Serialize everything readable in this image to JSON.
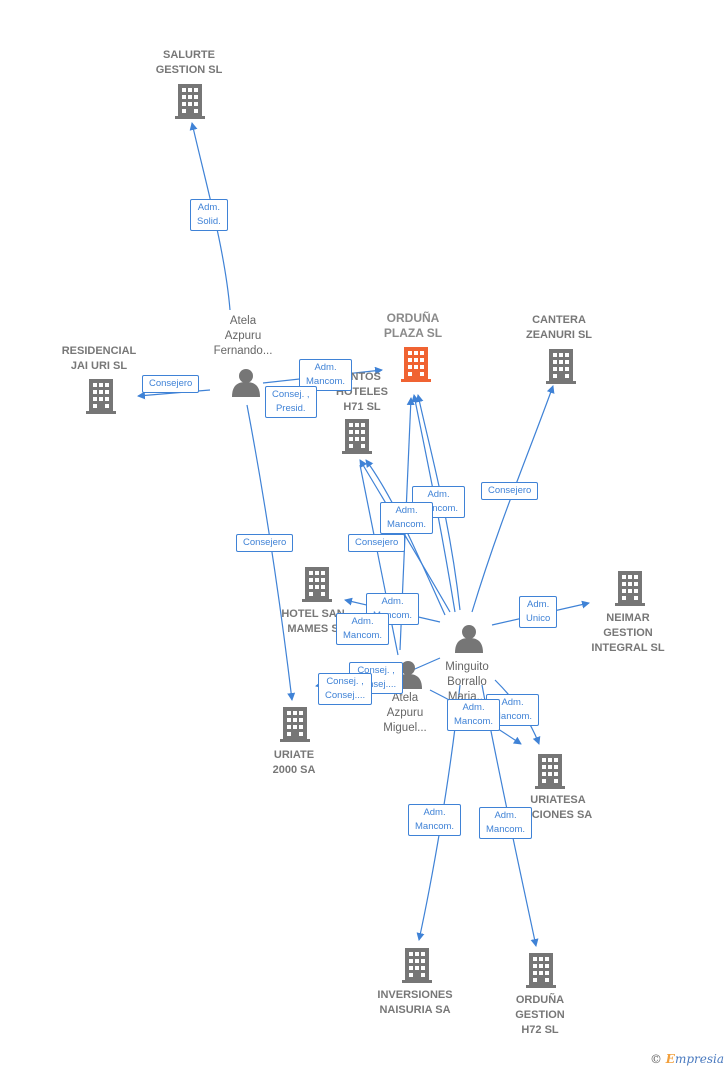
{
  "colors": {
    "edge": "#3f82d6",
    "building": "#767676",
    "focus_building": "#f06332",
    "person": "#767676"
  },
  "nodes": {
    "salurte": "SALURTE\nGESTION  SL",
    "residencial": "RESIDENCIAL\nJAI URI SL",
    "orduna_plaza": "ORDUÑA\nPLAZA  SL",
    "cantera": "CANTERA\nZEANURI SL",
    "alojamientos": "ENTOS\nHOTELES\nH71 SL",
    "hotel_san_mames": "HOTEL SAN\nMAMES  S",
    "neimar": "NEIMAR\nGESTION\nINTEGRAL  SL",
    "uriate": "URIATE\n2000 SA",
    "uriatesa": "URIATESA\nCCIONES SA",
    "inversiones": "INVERSIONES\nNAISURIA SA",
    "orduna_gestion": "ORDUÑA\nGESTION\nH72  SL"
  },
  "people": {
    "atela_fernando": "Atela\nAzpuru\nFernando...",
    "minguito": "Minguito\nBorrallo\nMaria...",
    "atela_miguel": "Atela\nAzpuru\nMiguel..."
  },
  "edges": {
    "e1": "Adm.\nSolid.",
    "e2": "Consejero",
    "e3": "Adm.\nMancom.",
    "e4": "Consej. ,\nPresid.",
    "e5": "Consejero",
    "e6": "Consejero",
    "e7": "Adm.\nMancom.",
    "e8": "Adm.\nMancom.",
    "e9": "Consejero",
    "e10": "Adm.\nMancom.",
    "e11": "Adm.\nMancom.",
    "e12": "Adm.\nUnico",
    "e13": "Consej. ,\nConsej....",
    "e14": "Consej. ,\nConsej....",
    "e15": "Adm.\nMancom.",
    "e16": "Adm.\nMancom.",
    "e17": "Adm.\nMancom.",
    "e18": "Adm.\nMancom."
  },
  "footer": {
    "copyright": "©",
    "brand_e": "E",
    "brand_rest": "mpresia"
  }
}
